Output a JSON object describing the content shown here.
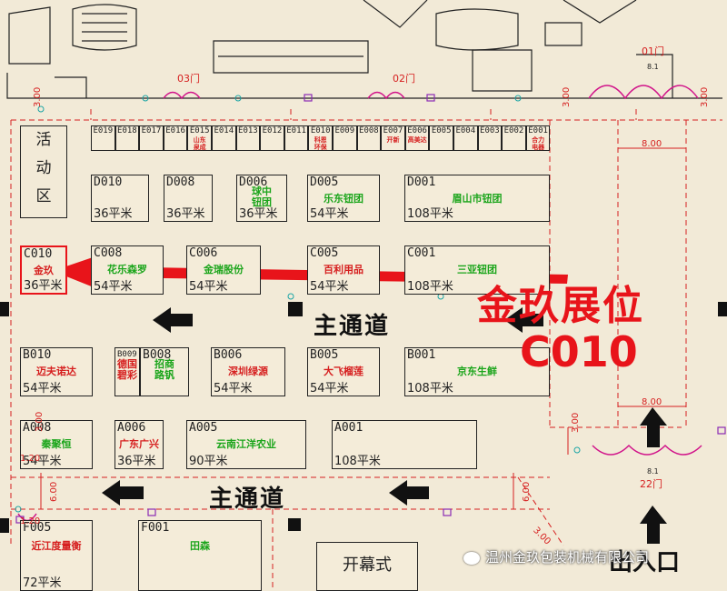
{
  "map": {
    "activity_area": [
      "活",
      "动",
      "区"
    ],
    "ceremony_label": "开幕式",
    "main_aisle_label": "主通道",
    "exit_label": "出入口",
    "banner": {
      "title": "金玖展位",
      "code": "C010"
    },
    "watermark": "温州金玖包装机械有限公司",
    "doors": [
      "03门",
      "02门",
      "01门",
      "22门"
    ],
    "dimensions": [
      "3.00",
      "3.00",
      "3.00",
      "8.00",
      "8.00",
      "6.00",
      "6.00",
      "3.00",
      "3.00",
      "3.00",
      "1.20",
      "1.20",
      "8.1",
      "8.1"
    ],
    "colors": {
      "arrow": "#e8141a",
      "grid_red": "#d62020",
      "name_green": "#1ba51b",
      "name_red": "#d62020",
      "background": "#f2ead7"
    },
    "e_row": [
      {
        "id": "E019",
        "name": ""
      },
      {
        "id": "E018",
        "name": ""
      },
      {
        "id": "E017",
        "name": ""
      },
      {
        "id": "E016",
        "name": ""
      },
      {
        "id": "E015",
        "name": "山东\n泉成"
      },
      {
        "id": "E014",
        "name": ""
      },
      {
        "id": "E013",
        "name": ""
      },
      {
        "id": "E012",
        "name": ""
      },
      {
        "id": "E011",
        "name": ""
      },
      {
        "id": "E010",
        "name": "科恩\n环保"
      },
      {
        "id": "E009",
        "name": ""
      },
      {
        "id": "E008",
        "name": ""
      },
      {
        "id": "E007",
        "name": "开新"
      },
      {
        "id": "E006",
        "name": "高美达"
      },
      {
        "id": "E005",
        "name": ""
      },
      {
        "id": "E004",
        "name": ""
      },
      {
        "id": "E003",
        "name": ""
      },
      {
        "id": "E002",
        "name": ""
      },
      {
        "id": "E001",
        "name": "合力\n电器"
      }
    ],
    "booths": [
      {
        "id": "D010",
        "size": "36平米",
        "name": "",
        "color": "green"
      },
      {
        "id": "D008",
        "size": "36平米",
        "name": "",
        "color": "green"
      },
      {
        "id": "D006",
        "size": "36平米",
        "name": "球中\n钮团",
        "color": "green"
      },
      {
        "id": "D005",
        "size": "54平米",
        "name": "乐东钮团",
        "color": "green"
      },
      {
        "id": "D001",
        "size": "108平米",
        "name": "眉山市钮团",
        "color": "green"
      },
      {
        "id": "C010",
        "size": "36平米",
        "name": "金玖",
        "color": "red"
      },
      {
        "id": "C008",
        "size": "54平米",
        "name": "花乐森罗",
        "color": "green"
      },
      {
        "id": "C006",
        "size": "54平米",
        "name": "金瑞股份",
        "color": "green"
      },
      {
        "id": "C005",
        "size": "54平米",
        "name": "百利用品",
        "color": "red"
      },
      {
        "id": "C001",
        "size": "108平米",
        "name": "三亚钮团",
        "color": "green"
      },
      {
        "id": "B010",
        "size": "54平米",
        "name": "迈夫诺达",
        "color": "red"
      },
      {
        "id": "B009",
        "size": "",
        "name": "德国\n碧彩",
        "color": "red"
      },
      {
        "id": "B008",
        "size": "",
        "name": "招商\n路钒",
        "color": "green"
      },
      {
        "id": "B006",
        "size": "54平米",
        "name": "深圳绿源",
        "color": "red"
      },
      {
        "id": "B005",
        "size": "54平米",
        "name": "大飞榴莲",
        "color": "red"
      },
      {
        "id": "B001",
        "size": "108平米",
        "name": "京东生鲜",
        "color": "green"
      },
      {
        "id": "A008",
        "size": "54平米",
        "name": "秦聚恒",
        "color": "green"
      },
      {
        "id": "A006",
        "size": "36平米",
        "name": "广东广兴",
        "color": "red"
      },
      {
        "id": "A005",
        "size": "90平米",
        "name": "云南江洋农业",
        "color": "green"
      },
      {
        "id": "A001",
        "size": "108平米",
        "name": "",
        "color": "green"
      },
      {
        "id": "F005",
        "size": "72平米",
        "name": "近江度量衡",
        "color": "red"
      },
      {
        "id": "F001",
        "size": "",
        "name": "田森",
        "color": "green"
      }
    ]
  }
}
